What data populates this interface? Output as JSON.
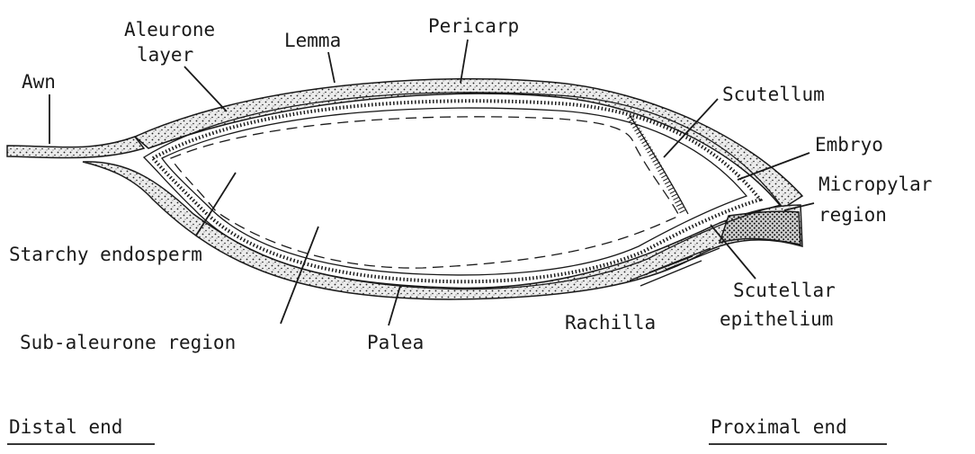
{
  "diagram": {
    "labels": {
      "awn": "Awn",
      "aleurone_line1": "Aleurone",
      "aleurone_line2": "layer",
      "lemma": "Lemma",
      "pericarp": "Pericarp",
      "scutellum": "Scutellum",
      "embryo": "Embryo",
      "micropylar_line1": "Micropylar",
      "micropylar_line2": "region",
      "starchy_endosperm": "Starchy endosperm",
      "scutellar_line1": "Scutellar",
      "scutellar_line2": "epithelium",
      "rachilla": "Rachilla",
      "sub_aleurone": "Sub-aleurone region",
      "palea": "Palea",
      "distal_end": "Distal end",
      "proximal_end": "Proximal end"
    },
    "colors": {
      "ink": "#1a1a1a",
      "paper": "#ffffff",
      "stipple": "#e6e6e6"
    }
  }
}
